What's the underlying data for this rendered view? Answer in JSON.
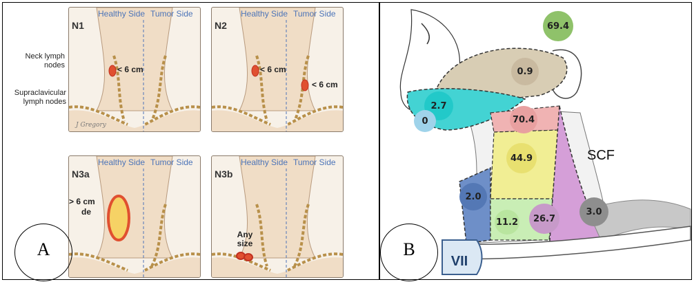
{
  "panel_a": {
    "panel_letter": "A",
    "side_left": "Healthy Side",
    "side_right": "Tumor Side",
    "stages": [
      {
        "code": "N1",
        "node_size_label": "< 6 cm"
      },
      {
        "code": "N2",
        "node_size_label_left": "< 6 cm",
        "node_size_label_right": "< 6 cm"
      },
      {
        "code": "N3a",
        "node_size_label": "> 6 cm",
        "node_size_label_suffix": "de"
      },
      {
        "code": "N3b",
        "node_size_label": "Any size"
      }
    ],
    "annotations": {
      "neck_nodes": "Neck lymph nodes",
      "supraclavicular_nodes": "Supraclavicular lymph nodes",
      "signature": "J Gregory"
    }
  },
  "panel_b": {
    "panel_letter": "B",
    "scf_label": "SCF",
    "vii_label": "VII",
    "regions": [
      {
        "id": "top-right",
        "value": "69.4",
        "color": "#8fc26a"
      },
      {
        "id": "parotid",
        "value": "0.9",
        "color": "#c9baa0"
      },
      {
        "id": "submandibular",
        "value": "2.7",
        "color": "#22c9c9"
      },
      {
        "id": "submental",
        "value": "0",
        "color": "#9fd3ea"
      },
      {
        "id": "upper-jugular",
        "value": "70.4",
        "color": "#e8a0a0"
      },
      {
        "id": "mid-jugular",
        "value": "44.9",
        "color": "#e8e070"
      },
      {
        "id": "central-left",
        "value": "2.0",
        "color": "#5478b5"
      },
      {
        "id": "lower-jugular",
        "value": "11.2",
        "color": "#b9e59f"
      },
      {
        "id": "posterior",
        "value": "26.7",
        "color": "#c79ac9"
      },
      {
        "id": "supraclavicular",
        "value": "3.0",
        "color": "#8e8e8e"
      }
    ]
  }
}
